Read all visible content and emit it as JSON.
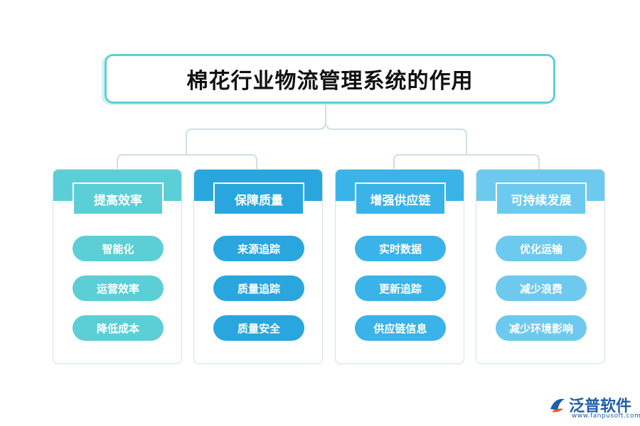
{
  "title": "棉花行业物流管理系统的作用",
  "colors": {
    "title_border": "#5ecfd6",
    "connector": "#cfdfe5",
    "col1": "#5ccfd6",
    "col2": "#2aa6df",
    "col3": "#3ab3e8",
    "col4": "#6ec9ee",
    "logo": "#1f5fa8",
    "logo_accent": "#e8541f"
  },
  "columns": [
    {
      "header": "提高效率",
      "items": [
        "智能化",
        "运营效率",
        "降低成本"
      ]
    },
    {
      "header": "保障质量",
      "items": [
        "来源追踪",
        "质量追踪",
        "质量安全"
      ]
    },
    {
      "header": "增强供应链",
      "items": [
        "实时数据",
        "更新追踪",
        "供应链信息"
      ]
    },
    {
      "header": "可持续发展",
      "items": [
        "优化运输",
        "减少浪费",
        "减少环境影响"
      ]
    }
  ],
  "logo": {
    "icon": "fanpu-logo-icon",
    "name": "泛普软件",
    "url": "www.fanpusoft.com"
  }
}
